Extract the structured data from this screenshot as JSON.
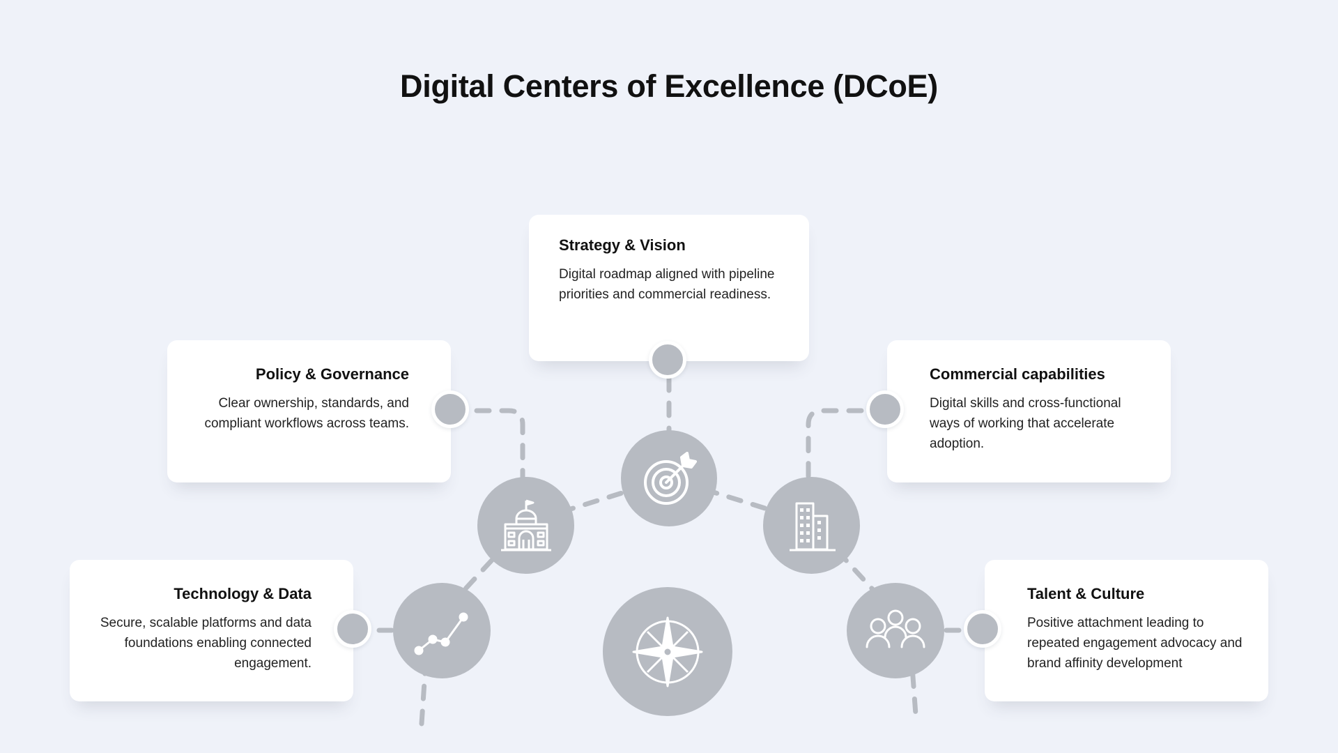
{
  "title": "Digital Centers of Excellence (DCoE)",
  "colors": {
    "background": "#eff2f9",
    "card": "#ffffff",
    "node": "#b7bbc2",
    "connector": "#b7bbc2",
    "icon_stroke": "#ffffff"
  },
  "cards": {
    "strategy": {
      "title": "Strategy & Vision",
      "description": "Digital roadmap aligned with pipeline priorities and commercial readiness.",
      "icon": "target-arrow-icon"
    },
    "policy": {
      "title": "Policy & Governance",
      "description": "Clear ownership, standards, and compliant workflows across teams.",
      "icon": "government-building-icon"
    },
    "commercial": {
      "title": "Commercial capabilities",
      "description": "Digital skills and cross-functional ways of working that accelerate adoption.",
      "icon": "office-building-icon"
    },
    "technology": {
      "title": "Technology & Data",
      "description": "Secure, scalable platforms and data foundations enabling connected engagement.",
      "icon": "line-chart-icon"
    },
    "talent": {
      "title": "Talent & Culture",
      "description": "Positive attachment leading to repeated engagement advocacy and brand affinity development",
      "icon": "people-group-icon"
    }
  },
  "center_icon": "compass-icon"
}
